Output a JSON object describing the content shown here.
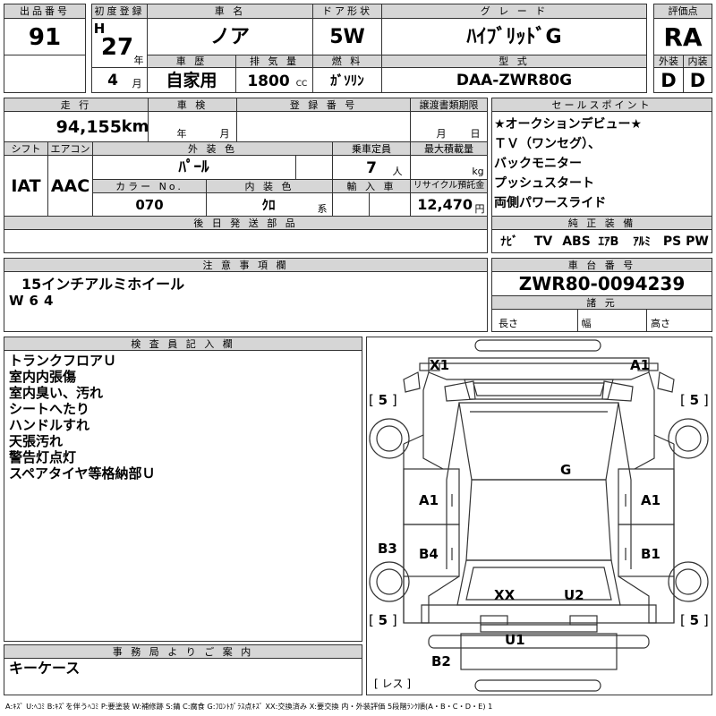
{
  "header": {
    "lot_label": "出品番号",
    "lot": "91",
    "first_reg_label": "初度登録",
    "era": "H",
    "year": "27",
    "year_unit": "年",
    "month": "4",
    "month_unit": "月",
    "name_label": "車 名",
    "name": "ノア",
    "history_label": "車 歴",
    "history": "自家用",
    "displacement_label": "排 気 量",
    "displacement": "1800",
    "displacement_unit": "CC",
    "door_label": "ドア形状",
    "door": "5W",
    "fuel_label": "燃 料",
    "fuel": "ｶﾞｿﾘﾝ",
    "grade_label": "グ レ ー ド",
    "grade": "ﾊｲﾌﾞﾘｯﾄﾞG",
    "model_label": "型 式",
    "model": "DAA-ZWR80G",
    "score_label": "評価点",
    "score": "RA",
    "exterior_label": "外装",
    "exterior": "D",
    "interior_label": "内装",
    "interior": "D"
  },
  "row2": {
    "mileage_label": "走 行",
    "mileage": "94,155",
    "mileage_unit": "km",
    "inspection_label": "車 検",
    "insp_year_unit": "年",
    "insp_month_unit": "月",
    "reg_label": "登 録 番 号",
    "transfer_label": "譲渡書類期限",
    "transfer_month_unit": "月",
    "transfer_day_unit": "日",
    "shift_label": "シフト",
    "shift": "IAT",
    "aircon_label": "エアコン",
    "aircon": "AAC",
    "color_label": "外 装 色",
    "color": "ﾊﾟｰﾙ",
    "capacity_label": "乗車定員",
    "capacity": "7",
    "capacity_unit": "人",
    "load_label": "最大積載量",
    "load_unit": "kg",
    "color_no_label": "カラー No.",
    "color_no": "070",
    "int_color_label": "内 装 色",
    "int_color": "ｸﾛ",
    "int_color_unit": "系",
    "import_label": "輸 入 車",
    "recycle_label": "リサイクル預託金",
    "recycle": "12,470",
    "recycle_unit": "円",
    "later_parts_label": "後 日 発 送 部 品"
  },
  "sales": {
    "label": "セールスポイント",
    "lines": [
      "★オークションデビュー★",
      "ＴＶ（ワンセグ）、",
      "バックモニター",
      "プッシュスタート",
      "両側パワースライド"
    ]
  },
  "equipment": {
    "label": "純 正 装 備",
    "items": [
      "ﾅﾋﾞ",
      "TV",
      "ABS",
      "ｴｱB",
      "ｱﾙﾐ",
      "PS",
      "PW"
    ]
  },
  "notes": {
    "label": "注 意 事 項 欄",
    "lines": [
      "15インチアルミホイール",
      "W64"
    ]
  },
  "chassis": {
    "label": "車 台 番 号",
    "value": "ZWR80-0094239",
    "dims_label": "諸 元",
    "length_label": "長さ",
    "width_label": "幅",
    "height_label": "高さ"
  },
  "inspector": {
    "label": "検 査 員 記 入 欄",
    "lines": [
      "トランクフロアＵ",
      "室内内張傷",
      "室内臭い、汚れ",
      "シートへたり",
      "ハンドルすれ",
      "天張汚れ",
      "警告灯点灯",
      "スペアタイヤ等格納部Ｕ"
    ]
  },
  "office": {
    "label": "事 務 局 よ り ご 案 内",
    "text": "キーケース"
  },
  "diagram": {
    "x1": "X1",
    "a1_front_right": "A1",
    "tire_fl": "5",
    "tire_fr": "5",
    "tire_rl": "5",
    "tire_rr": "5",
    "g": "G",
    "a1_left": "A1",
    "a1_right": "A1",
    "b3": "B3",
    "b4": "B4",
    "b1": "B1",
    "xx": "XX",
    "u2": "U2",
    "u1": "U1",
    "b2": "B2",
    "spare": "レス"
  },
  "legend": "A:ｷｽﾞ U:ﾍｺﾐ B:ｷｽﾞを伴うﾍｺﾐ P:要塗装 W:補修跡 S:錆 C:腐食 G:ﾌﾛﾝﾄｶﾞﾗｽ点ｷｽﾞ XX:交換済み X:要交換 内・外装評価 5段階ﾗﾝｸ順(A・B・C・D・E) 1"
}
